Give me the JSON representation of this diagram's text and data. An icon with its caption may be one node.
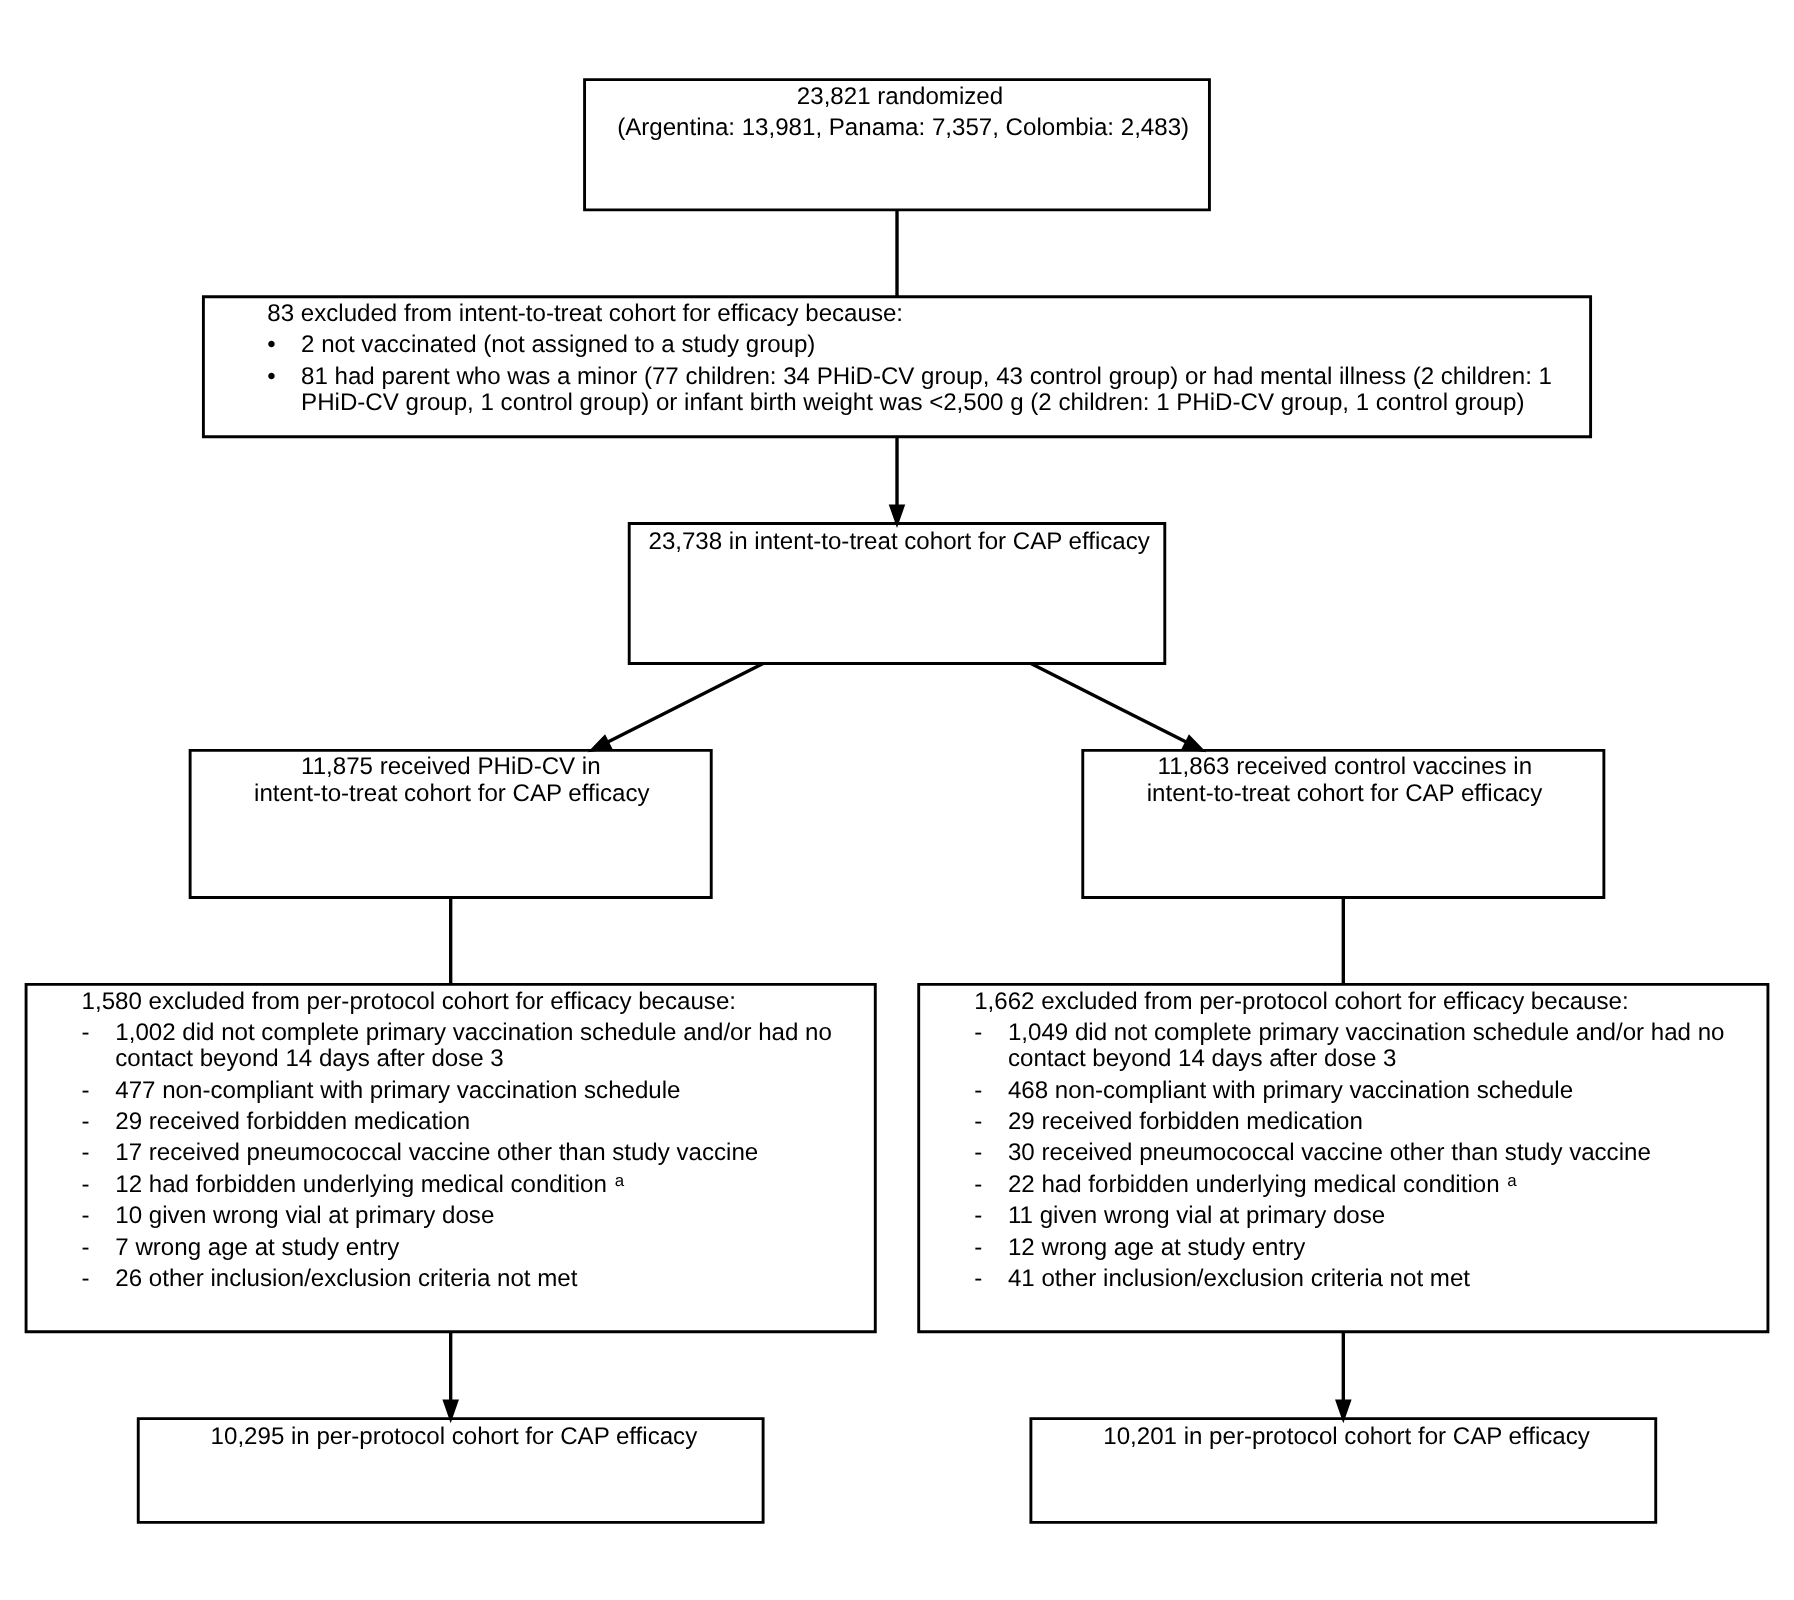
{
  "diagram": {
    "nodes": [
      {
        "text": [
          "23,821 randomized",
          "(Argentina: 13,981, Panama: 7,357, Colombia: 2,483)"
        ]
      },
      {
        "text": [
          "83 excluded from intent-to-treat cohort for efficacy because:",
          "• 2 not vaccinated (not assigned to a study group)",
          "• 81 had parent who was a minor (77 children: 34 PHiD-CV group, 43 control group) or had mental illness (2 children: 1 PHiD-CV group, 1 control group) or infant birth weight was <2,500 g (2 children: 1 PHiD-CV group, 1 control group)"
        ]
      },
      {
        "text": [
          "23,738 in intent-to-treat cohort for CAP efficacy"
        ]
      },
      {
        "text": [
          "11,875 received PHiD-CV in intent-to-treat cohort for CAP efficacy"
        ]
      },
      {
        "text": [
          "11,863 received control vaccines in intent-to-treat cohort for CAP efficacy"
        ]
      },
      {
        "text": [
          "1,580 excluded from per-protocol cohort for efficacy because:",
          "- 1,002 did not complete primary vaccination schedule and/or had no contact beyond 14 days after dose 3",
          "- 477 non-compliant with primary vaccination schedule",
          "- 29 received forbidden medication",
          "- 17 received pneumococcal vaccine other than study vaccine",
          "- 12 had forbidden underlying medical condition$^{a}$",
          "- 10 given wrong vial at primary dose",
          "- 7 wrong age at study entry",
          "- 26 other inclusion/exclusion criteria not met"
        ]
      },
      {
        "text": [
          "1,662 excluded from per-protocol cohort for efficacy because:",
          "- 1,049 did not complete primary vaccination schedule and/or had no contact beyond 14 days after dose 3",
          "- 468 non-compliant with primary vaccination schedule",
          "- 29 received forbidden medication",
          "- 30 received pneumococcal vaccine other than study vaccine",
          "- 22 had forbidden underlying medical condition$^{a}$",
          "- 11 given wrong vial at primary dose",
          "- 12 wrong age at study entry",
          "- 41 other inclusion/exclusion criteria not met"
        ]
      },
      {
        "text": [
          "10,295 in per-protocol cohort for CAP efficacy"
        ]
      },
      {
        "text": [
          "10,201 in per-protocol cohort for CAP efficacy"
        ]
      }
    ],
    "edges": [
      {
        "from": 0,
        "to": 1,
        "arrow": "none"
      },
      {
        "from": 1,
        "to": 2,
        "arrow": "to"
      },
      {
        "from": 2,
        "to": 3,
        "arrow": "to"
      },
      {
        "from": 2,
        "to": 4,
        "arrow": "to"
      },
      {
        "from": 3,
        "to": 5,
        "arrow": "none"
      },
      {
        "from": 4,
        "to": 6,
        "arrow": "none"
      },
      {
        "from": 5,
        "to": 7,
        "arrow": "to"
      },
      {
        "from": 6,
        "to": 8,
        "arrow": "to"
      }
    ]
  }
}
